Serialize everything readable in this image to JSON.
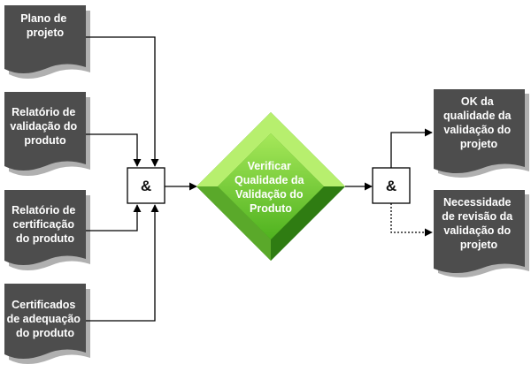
{
  "inputs": [
    {
      "lines": [
        "Plano de",
        "projeto"
      ]
    },
    {
      "lines": [
        "Relatório de",
        "validação do",
        "produto"
      ]
    },
    {
      "lines": [
        "Relatório de",
        "certificação",
        "do produto"
      ]
    },
    {
      "lines": [
        "Certificados",
        "de adequação",
        "do produto"
      ]
    }
  ],
  "process": {
    "lines": [
      "Verificar",
      "Qualidade da",
      "Validação do",
      "Produto"
    ]
  },
  "join_gate": {
    "symbol": "&"
  },
  "split_gate": {
    "symbol": "&"
  },
  "outputs": [
    {
      "lines": [
        "OK da",
        "qualidade da",
        "validação do",
        "projeto"
      ]
    },
    {
      "lines": [
        "Necessidade",
        "de revisão da",
        "validação do",
        "projeto"
      ]
    }
  ],
  "colors": {
    "document_fill": "#4d4d4d",
    "document_shadow": "#b0b0b0",
    "diamond_top": "#9be04c",
    "diamond_bottom": "#3f9a1c",
    "connector": "#000000"
  }
}
